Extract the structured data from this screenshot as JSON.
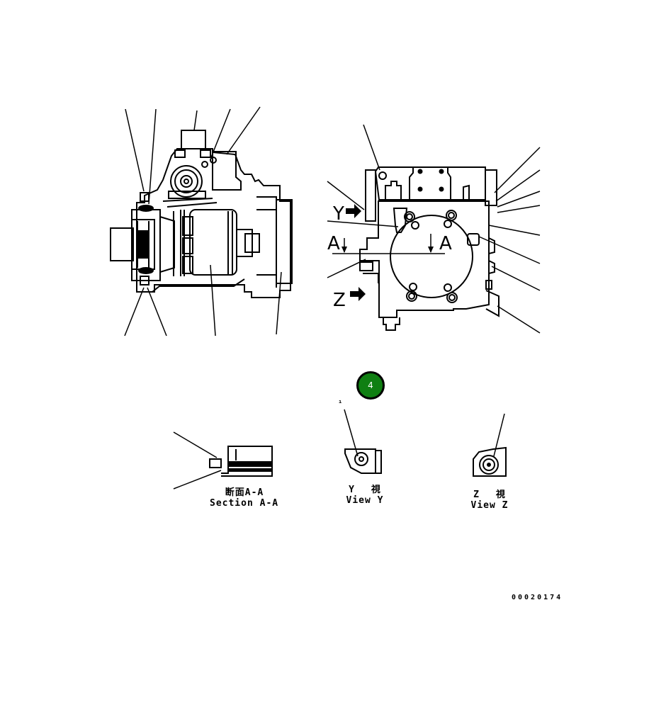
{
  "diagram": {
    "type": "technical parts drawing (hydraulic pump assembly)",
    "views": {
      "side_section": {
        "label": ""
      },
      "front_view": {
        "markers": {
          "view_y": "Y",
          "view_z": "Z",
          "section_left": "A",
          "section_right": "A"
        }
      },
      "section_aa": {
        "label_jp": "断面A-A",
        "label_en": "Section A-A"
      },
      "view_y": {
        "label_jp": "Y　 視",
        "label_en": "View Y"
      },
      "view_z": {
        "label_jp": "Z　 視",
        "label_en": "View Z"
      }
    },
    "callout": {
      "number": "4",
      "color": "#0f7f12"
    },
    "document_number": "00020174",
    "small_mark": "ı"
  }
}
